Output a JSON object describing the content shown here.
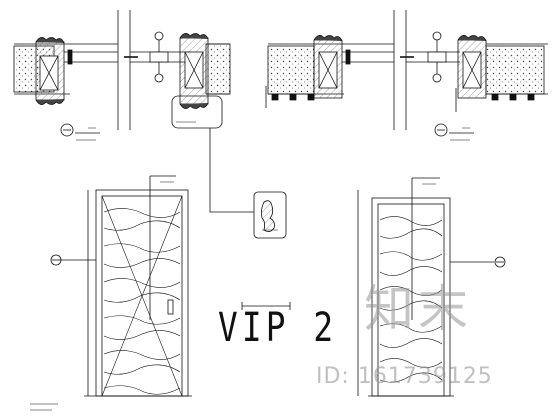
{
  "drawing": {
    "title": "VIP 2"
  },
  "watermark": {
    "brand": "知末",
    "id_text": "ID: 161739125"
  },
  "icons": [
    "section-marker-icon",
    "hinge-detail-icon"
  ]
}
